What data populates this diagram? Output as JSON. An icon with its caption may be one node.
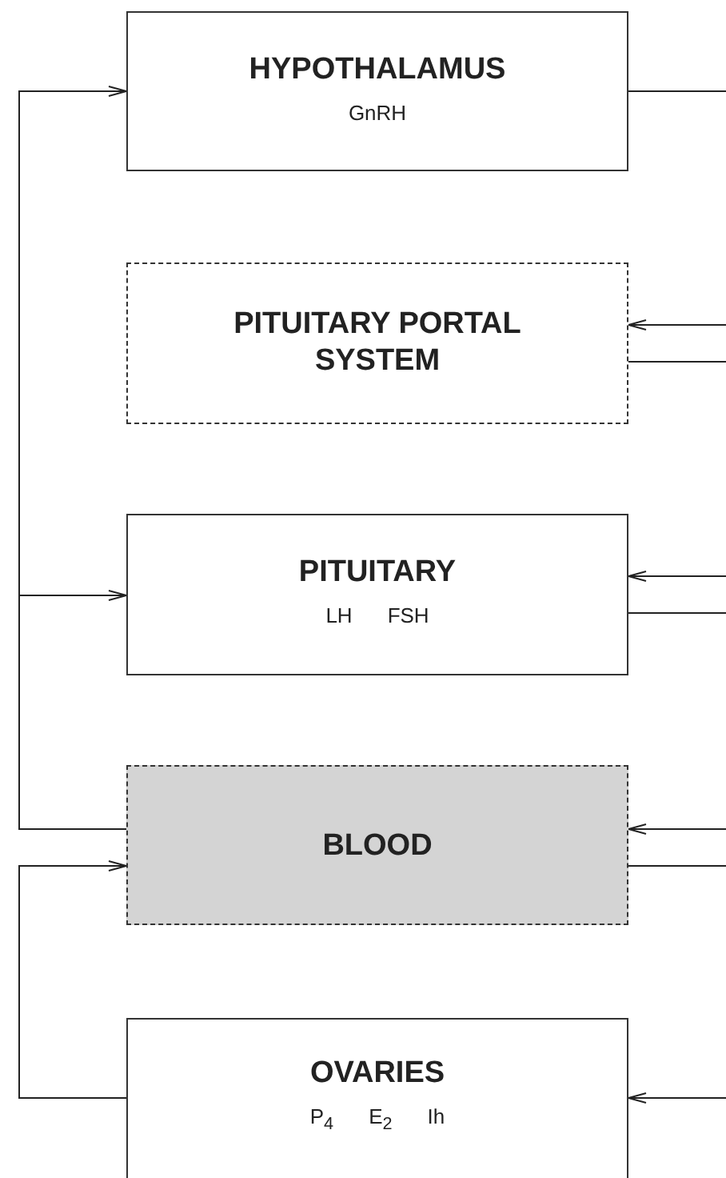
{
  "diagram": {
    "nodes": [
      {
        "text": [
          "HYPOTHALAMUS",
          "GnRH"
        ]
      },
      {
        "text": [
          "PITUITARY PORTAL SYSTEM"
        ]
      },
      {
        "text": [
          "PITUITARY",
          "LH",
          "FSH"
        ]
      },
      {
        "text": [
          "BLOOD"
        ]
      },
      {
        "text": [
          "OVARIES",
          "P$_{4}$",
          "E$_{2}$",
          "Ih"
        ]
      }
    ],
    "edges": [
      {
        "from": 0,
        "to": null,
        "arrow": "none"
      },
      {
        "from": null,
        "to": 1,
        "arrow": "to"
      },
      {
        "from": 1,
        "to": null,
        "arrow": "none"
      },
      {
        "from": null,
        "to": 2,
        "arrow": "to"
      },
      {
        "from": 2,
        "to": null,
        "arrow": "none"
      },
      {
        "from": null,
        "to": 3,
        "arrow": "to"
      },
      {
        "from": 3,
        "to": null,
        "arrow": "none"
      },
      {
        "from": null,
        "to": 4,
        "arrow": "to"
      },
      {
        "from": 3,
        "to": 0,
        "arrow": "to"
      },
      {
        "from": 3,
        "to": 2,
        "arrow": "to"
      },
      {
        "from": 4,
        "to": 3,
        "arrow": "to"
      }
    ]
  }
}
